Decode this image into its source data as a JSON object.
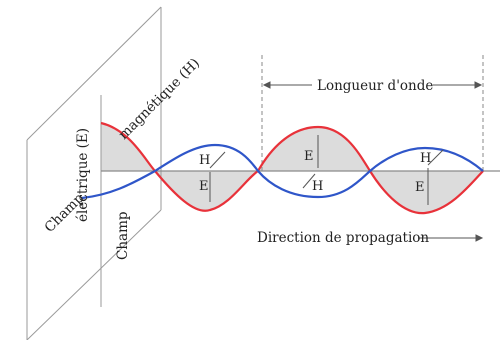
{
  "labels": {
    "electric_field": "électrique (E)",
    "magnetic_field": "magnétique (H)",
    "champ_1": "Champ",
    "champ_2": "Champ",
    "wavelength": "Longueur d'onde",
    "propagation": "Direction de propagation",
    "E": "E",
    "H": "H"
  },
  "colors": {
    "electric_wave": "#e8323a",
    "magnetic_wave": "#2f56c9",
    "fill": "#dcdcdc",
    "axis": "#8a8a8a",
    "plane": "#9a9a9a"
  }
}
